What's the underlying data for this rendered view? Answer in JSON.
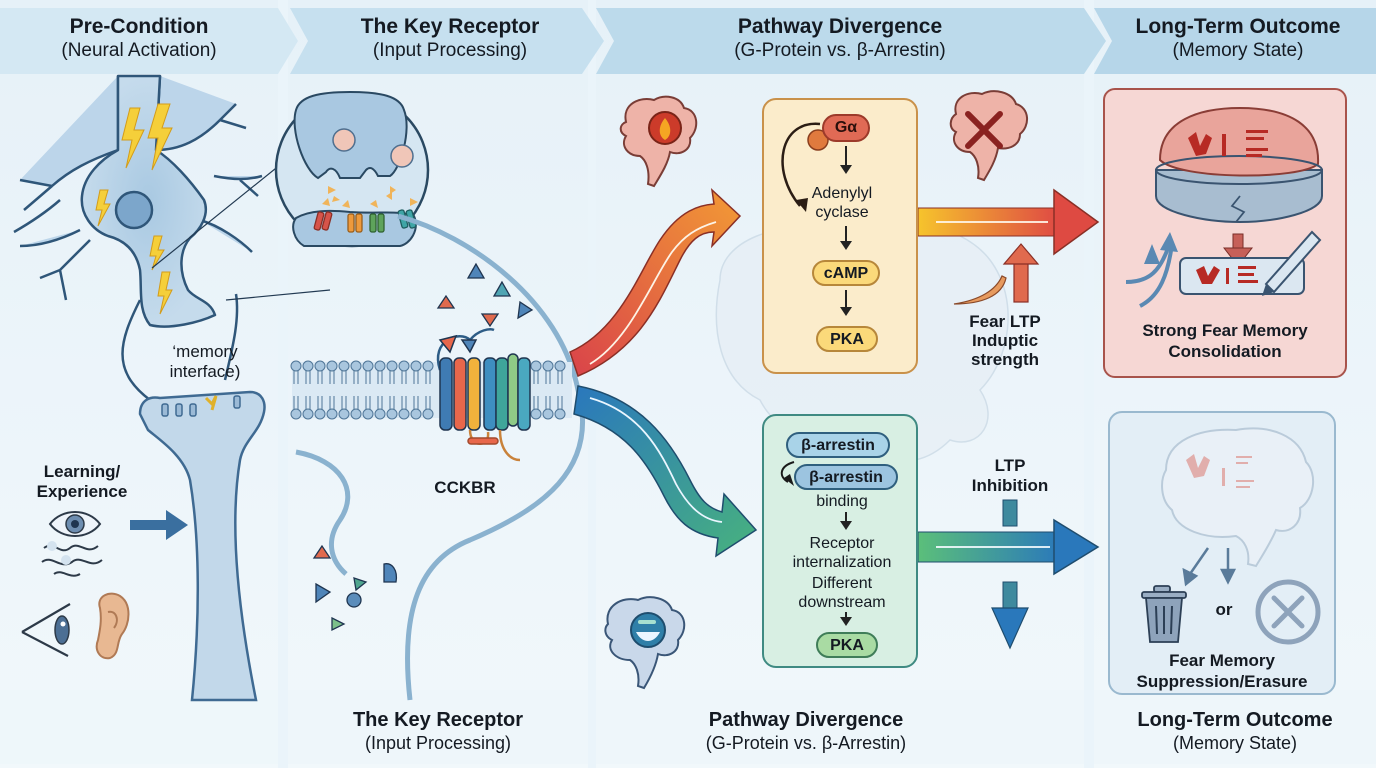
{
  "stages": [
    {
      "id": "pre-condition",
      "title": "Pre-Condition",
      "subtitle": "(Neural Activation)"
    },
    {
      "id": "key-receptor",
      "title": "The Key Receptor",
      "subtitle": "(Input Processing)"
    },
    {
      "id": "pathway-divergence",
      "title": "Pathway Divergence",
      "subtitle": "(G-Protein vs. β-Arrestin)"
    },
    {
      "id": "long-term-outcome",
      "title": "Long-Term Outcome",
      "subtitle": "(Memory State)"
    }
  ],
  "footers": [
    {
      "title": "The Key Receptor",
      "subtitle": "(Input Processing)"
    },
    {
      "title": "Pathway Divergence",
      "subtitle": "(G-Protein vs. β-Arrestin)"
    },
    {
      "title": "Long-Term Outcome",
      "subtitle": "(Memory State)"
    }
  ],
  "panel1": {
    "synapse_label_line1": "‘memory",
    "synapse_label_line2": "interface)",
    "learning_label_line1": "Learning/",
    "learning_label_line2": "Experience",
    "icons": [
      "eye-icon",
      "smell-waves-icon",
      "side-eye-icon",
      "ear-icon",
      "arrow-right-icon",
      "lightning-icon"
    ]
  },
  "panel2": {
    "receptor_label": "CCKBR",
    "icons": [
      "synapse-zoom-circle",
      "ligand-triangles",
      "membrane-bilayer",
      "gpcr-receptor"
    ]
  },
  "g_protein_path": {
    "galpha": "Gα",
    "step1_line1": "Adenylyl",
    "step1_line2": "cyclase",
    "step2": "cAMP",
    "step3": "PKA",
    "annotation_line1": "Fear LTP",
    "annotation_line2": "Induptic",
    "annotation_line3": "strength",
    "icons": [
      "brain-fire-icon",
      "brain-x-icon"
    ],
    "color": "#e0523f"
  },
  "arrestin_path": {
    "arrestin1": "β-arrestin",
    "arrestin2": "β-arrestin",
    "step1": "binding",
    "step2_line1": "Receptor",
    "step2_line2": "internalization",
    "step3_line1": "Different",
    "step3_line2": "downstream",
    "step4": "PKA",
    "annotation_line1": "LTP",
    "annotation_line2": "Inhibition",
    "icons": [
      "brain-calm-icon"
    ],
    "color": "#2f7fbf"
  },
  "outcomes": {
    "strong": {
      "line1": "Strong Fear Memory",
      "line2": "Consolidation",
      "icons": [
        "brain-storage-icon",
        "memory-tablet-icon",
        "pen-icon"
      ],
      "color": "#f6d7d4"
    },
    "suppressed": {
      "line1": "Fear Memory",
      "line2": "Suppression/Erasure",
      "or_label": "or",
      "icons": [
        "faded-brain-icon",
        "trash-icon",
        "circle-x-icon"
      ],
      "color": "#e3eef6"
    }
  }
}
